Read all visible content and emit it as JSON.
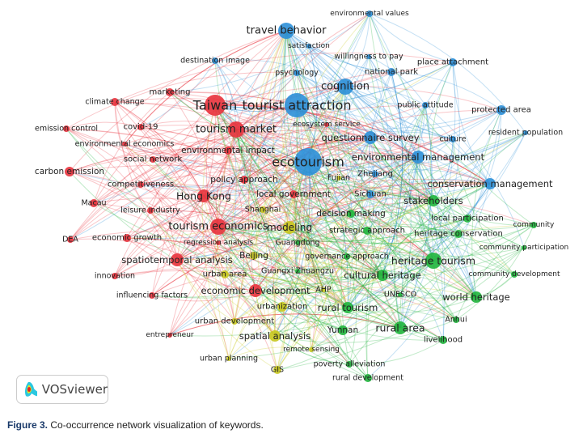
{
  "cluster_colors": {
    "red": "#e8323c",
    "blue": "#2b8fd8",
    "green": "#1fb53c",
    "yellow": "#c8c81e"
  },
  "nodes": [
    {
      "label": "travel behavior",
      "cluster": "blue"
    },
    {
      "label": "environmental values",
      "cluster": "blue"
    },
    {
      "label": "satisfaction",
      "cluster": "blue"
    },
    {
      "label": "destination image",
      "cluster": "blue"
    },
    {
      "label": "willingness to pay",
      "cluster": "blue"
    },
    {
      "label": "place attachment",
      "cluster": "blue"
    },
    {
      "label": "psychology",
      "cluster": "blue"
    },
    {
      "label": "national park",
      "cluster": "blue"
    },
    {
      "label": "cognition",
      "cluster": "blue"
    },
    {
      "label": "tourist attraction",
      "cluster": "blue"
    },
    {
      "label": "public attitude",
      "cluster": "blue"
    },
    {
      "label": "protected area",
      "cluster": "blue"
    },
    {
      "label": "ecosystem service",
      "cluster": "red"
    },
    {
      "label": "questionnaire survey",
      "cluster": "blue"
    },
    {
      "label": "culture",
      "cluster": "blue"
    },
    {
      "label": "resident population",
      "cluster": "blue"
    },
    {
      "label": "ecotourism",
      "cluster": "blue"
    },
    {
      "label": "environmental management",
      "cluster": "blue"
    },
    {
      "label": "Zhejiang",
      "cluster": "blue"
    },
    {
      "label": "Sichuan",
      "cluster": "blue"
    },
    {
      "label": "conservation management",
      "cluster": "blue"
    },
    {
      "label": "Taiwan",
      "cluster": "red"
    },
    {
      "label": "marketing",
      "cluster": "red"
    },
    {
      "label": "climate change",
      "cluster": "red"
    },
    {
      "label": "emission control",
      "cluster": "red"
    },
    {
      "label": "covid-19",
      "cluster": "red"
    },
    {
      "label": "tourism market",
      "cluster": "red"
    },
    {
      "label": "environmental economics",
      "cluster": "red"
    },
    {
      "label": "environmental impact",
      "cluster": "red"
    },
    {
      "label": "social network",
      "cluster": "red"
    },
    {
      "label": "carbon emission",
      "cluster": "red"
    },
    {
      "label": "competitiveness",
      "cluster": "red"
    },
    {
      "label": "policy approach",
      "cluster": "red"
    },
    {
      "label": "Hong Kong",
      "cluster": "red"
    },
    {
      "label": "local government",
      "cluster": "red"
    },
    {
      "label": "Macau",
      "cluster": "red"
    },
    {
      "label": "leisure industry",
      "cluster": "red"
    },
    {
      "label": "tourism economics",
      "cluster": "red"
    },
    {
      "label": "DEA",
      "cluster": "red"
    },
    {
      "label": "economic growth",
      "cluster": "red"
    },
    {
      "label": "regression analysis",
      "cluster": "red"
    },
    {
      "label": "spatiotemporal analysis",
      "cluster": "red"
    },
    {
      "label": "innovation",
      "cluster": "red"
    },
    {
      "label": "influencing factors",
      "cluster": "red"
    },
    {
      "label": "economic development",
      "cluster": "red"
    },
    {
      "label": "entrepreneur",
      "cluster": "red"
    },
    {
      "label": "Shanghai",
      "cluster": "yellow"
    },
    {
      "label": "modeling",
      "cluster": "yellow"
    },
    {
      "label": "Fujian",
      "cluster": "yellow"
    },
    {
      "label": "Guangdong",
      "cluster": "green"
    },
    {
      "label": "Beijing",
      "cluster": "yellow"
    },
    {
      "label": "urban area",
      "cluster": "yellow"
    },
    {
      "label": "Guangxi Zhuangzu",
      "cluster": "green"
    },
    {
      "label": "AHP",
      "cluster": "yellow"
    },
    {
      "label": "urbanization",
      "cluster": "yellow"
    },
    {
      "label": "urban development",
      "cluster": "yellow"
    },
    {
      "label": "spatial analysis",
      "cluster": "yellow"
    },
    {
      "label": "remote sensing",
      "cluster": "yellow"
    },
    {
      "label": "urban planning",
      "cluster": "yellow"
    },
    {
      "label": "GIS",
      "cluster": "yellow"
    },
    {
      "label": "stakeholders",
      "cluster": "green"
    },
    {
      "label": "decision making",
      "cluster": "green"
    },
    {
      "label": "local participation",
      "cluster": "green"
    },
    {
      "label": "strategic approach",
      "cluster": "green"
    },
    {
      "label": "community",
      "cluster": "green"
    },
    {
      "label": "heritage conservation",
      "cluster": "green"
    },
    {
      "label": "community participation",
      "cluster": "green"
    },
    {
      "label": "governance approach",
      "cluster": "green"
    },
    {
      "label": "heritage tourism",
      "cluster": "green"
    },
    {
      "label": "cultural heritage",
      "cluster": "green"
    },
    {
      "label": "community development",
      "cluster": "green"
    },
    {
      "label": "UNESCO",
      "cluster": "green"
    },
    {
      "label": "world heritage",
      "cluster": "green"
    },
    {
      "label": "rural tourism",
      "cluster": "green"
    },
    {
      "label": "Anhui",
      "cluster": "green"
    },
    {
      "label": "Yunnan",
      "cluster": "green"
    },
    {
      "label": "rural area",
      "cluster": "green"
    },
    {
      "label": "livelihood",
      "cluster": "green"
    },
    {
      "label": "poverty alleviation",
      "cluster": "green"
    },
    {
      "label": "rural development",
      "cluster": "green"
    }
  ],
  "logo": {
    "text": "VOSviewer"
  },
  "caption": {
    "label": "Figure 3.",
    "text": "Co-occurrence network visualization of keywords."
  }
}
